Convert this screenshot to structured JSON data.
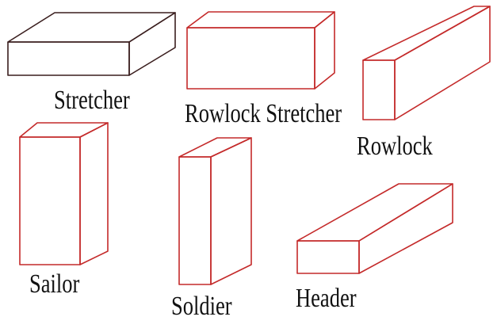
{
  "labels": {
    "stretcher": "Stretcher",
    "rowlock_stretcher": "Rowlock Stretcher",
    "rowlock": "Rowlock",
    "sailor": "Sailor",
    "soldier": "Soldier",
    "header": "Header"
  },
  "colors": {
    "text": "#111111",
    "outline_dark": "#3a1e1e",
    "outline_red": "#c42a2a",
    "background": "#ffffff"
  }
}
